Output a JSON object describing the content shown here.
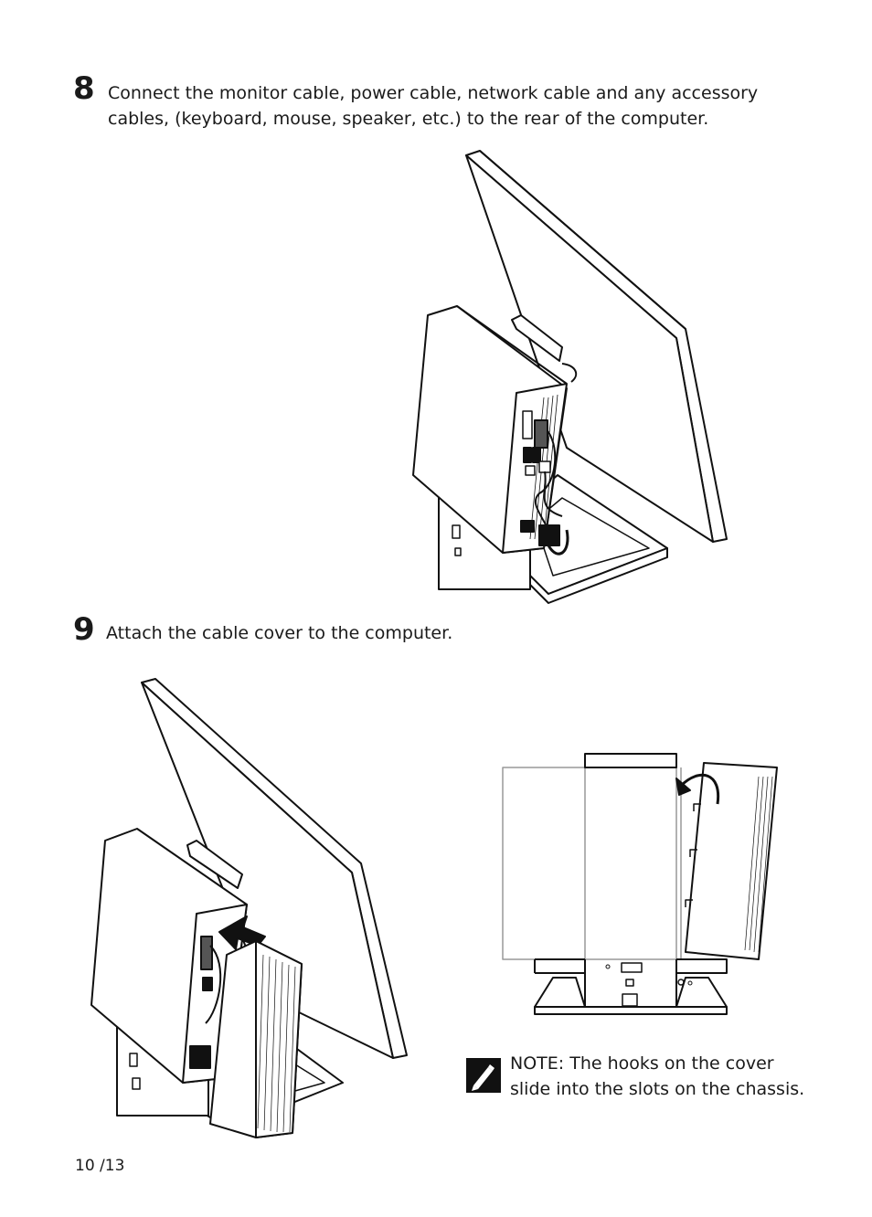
{
  "step8": {
    "number": "8",
    "line1": "Connect the monitor cable, power cable, network cable and any accessory",
    "line2": "cables, (keyboard, mouse, speaker, etc.) to the rear of the computer."
  },
  "step9": {
    "number": "9",
    "line1": "Attach the cable cover to the computer."
  },
  "note": {
    "icon": "note-pencil-icon",
    "line1": "NOTE: The hooks on the cover",
    "line2": "slide into the slots on the chassis."
  },
  "page_number": "10 /13"
}
